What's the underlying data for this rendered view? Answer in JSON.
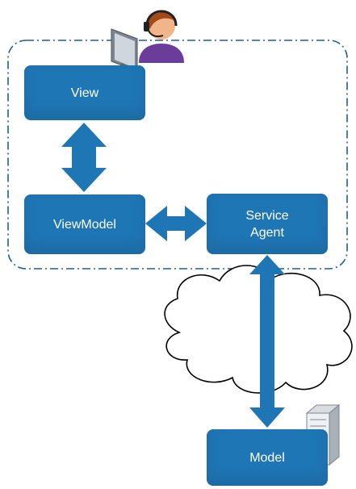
{
  "diagram": {
    "nodes": {
      "view": {
        "label": "View"
      },
      "viewmodel": {
        "label": "ViewModel"
      },
      "service_agent": {
        "label_line1": "Service",
        "label_line2": "Agent"
      },
      "model": {
        "label": "Model"
      }
    },
    "icons": {
      "user": "user-at-computer-icon",
      "server": "server-icon",
      "cloud": "cloud-icon"
    },
    "colors": {
      "box_fill": "#1f76b5",
      "arrow_fill": "#1f76b5",
      "boundary_stroke": "#1f5f8f",
      "text": "#ffffff"
    }
  }
}
